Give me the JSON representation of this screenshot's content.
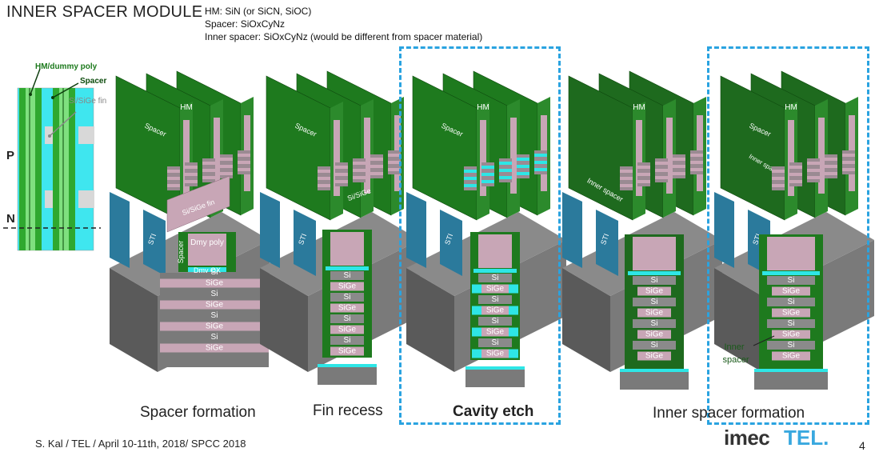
{
  "header": {
    "title": "INNER SPACER MODULE",
    "notes": [
      "HM: SiN (or SiCN, SiOC)",
      "Spacer: SiOxCyNz",
      "Inner spacer: SiOxCyNz (would be different from spacer material)"
    ]
  },
  "layout_legend": {
    "hm_label": "HM/dummy poly",
    "spacer_label": "Spacer",
    "fin_label": "Si/SiGe fin",
    "p_label": "P",
    "n_label": "N"
  },
  "panels": [
    {
      "caption": "Spacer formation",
      "hm": "HM",
      "spacer": "Spacer",
      "fin": "Si/SiGe fin",
      "sti": "STI",
      "dmy_poly": "Dmy poly",
      "spacer_side": "Spacer",
      "dmy_ox": "Dmy OX"
    },
    {
      "caption": "Fin recess",
      "spacer": "Spacer",
      "fin": "Si/SiGe",
      "sti": "STI"
    },
    {
      "caption": "Cavity etch",
      "hm": "HM",
      "spacer": "Spacer",
      "sti": "STI"
    },
    {
      "caption": "Inner spacer formation",
      "hm": "HM",
      "inner_spacer": "Inner spacer",
      "sti": "STI"
    },
    {
      "hm": "HM",
      "spacer": "Spacer",
      "inner_spacer": "Inner spacer",
      "sti": "STI",
      "inner_spacer_callout": "Inner spacer"
    }
  ],
  "stack_layers": [
    "Si",
    "SiGe",
    "Si",
    "SiGe",
    "Si",
    "SiGe",
    "Si",
    "SiGe"
  ],
  "footer": {
    "citation": "S. Kal / TEL / April 10-11th, 2018/ SPCC 2018",
    "page": "4",
    "logo_imec": "imec",
    "logo_tel": "TEL."
  },
  "colors": {
    "hm_green": "#1e7a1e",
    "spacer_green": "#2fa82f",
    "sti_blue": "#2b7a9c",
    "cavity_cyan": "#2ee6e6",
    "sige_pink": "#c8a6b6",
    "substrate_gray": "#6b6b6b",
    "dash_blue": "#2aa3e0"
  }
}
